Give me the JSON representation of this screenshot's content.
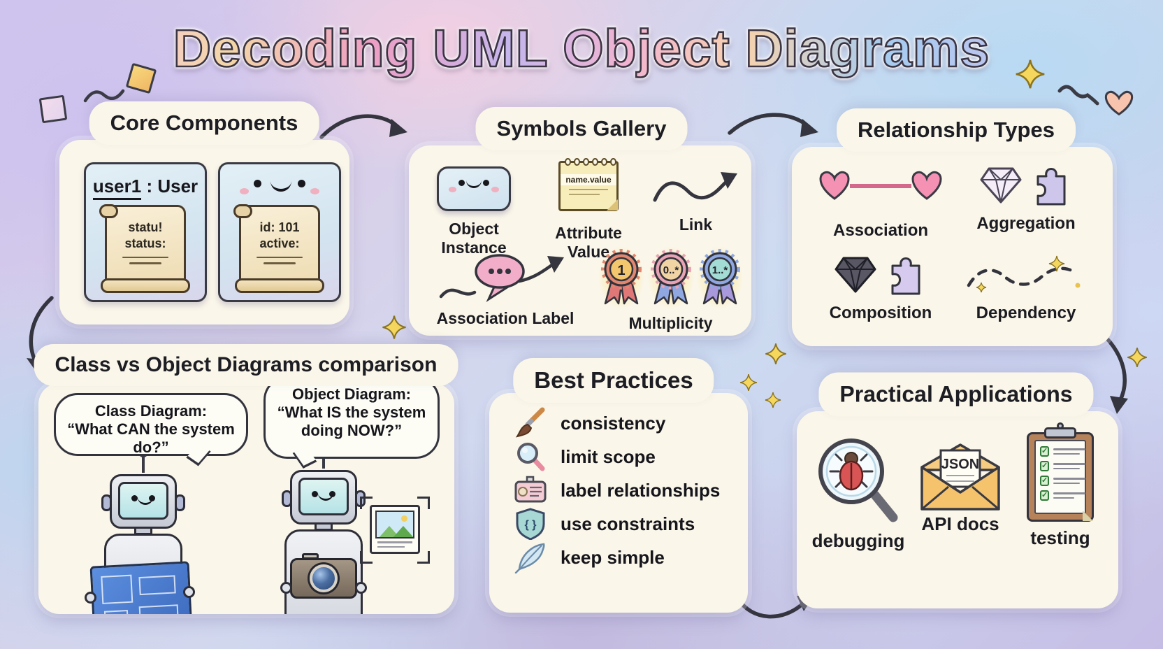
{
  "title": "Decoding UML Object Diagrams",
  "core": {
    "title": "Core Components",
    "card1": {
      "name": "user1",
      "type_suffix": " : User",
      "line1": "statu!",
      "line2": "status:"
    },
    "card2": {
      "line1": "id: 101",
      "line2": "active:"
    }
  },
  "symbols": {
    "title": "Symbols Gallery",
    "object_instance_label": "Object Instance",
    "attribute_value_label": "Attribute Value",
    "attribute_note_text": "name.value",
    "link_label": "Link",
    "association_label_label": "Association Label",
    "multiplicity_label": "Multiplicity",
    "badges": [
      "1",
      "0..*",
      "1..*"
    ]
  },
  "relationships": {
    "title": "Relationship Types",
    "association": "Association",
    "aggregation": "Aggregation",
    "composition": "Composition",
    "dependency": "Dependency"
  },
  "comparison": {
    "title": "Class vs Object Diagrams comparison",
    "left_bubble": {
      "line1": "Class Diagram:",
      "line2": "“What CAN the system do?”"
    },
    "right_bubble": {
      "line1": "Object Diagram:",
      "line2": "“What IS the system",
      "line3": "doing NOW?”"
    }
  },
  "best_practices": {
    "title": "Best Practices",
    "constraints_glyph": "{ }",
    "items": [
      {
        "icon": "paintbrush-icon",
        "label": "consistency"
      },
      {
        "icon": "magnifier-icon",
        "label": "limit scope"
      },
      {
        "icon": "label-tag-icon",
        "label": "label relationships"
      },
      {
        "icon": "constraints-shield-icon",
        "label": "use constraints"
      },
      {
        "icon": "feather-icon",
        "label": "keep simple"
      }
    ]
  },
  "practical": {
    "title": "Practical Applications",
    "check_glyph": "✓",
    "items": [
      {
        "icon": "bug-magnifier-icon",
        "label": "debugging"
      },
      {
        "icon": "json-envelope-icon",
        "label": "API docs",
        "envelope_text": "JSON"
      },
      {
        "icon": "checklist-clipboard-icon",
        "label": "testing"
      }
    ]
  },
  "colors": {
    "panel_bg": "#faf6e9",
    "ink": "#2e2e38",
    "card_blue": "#d9e9f3",
    "scroll_tan": "#f3e4c2",
    "note_yellow": "#f7edbb",
    "pink": "#f2a8c4",
    "lavender": "#cfc6ec",
    "gold": "#f2d24e"
  }
}
